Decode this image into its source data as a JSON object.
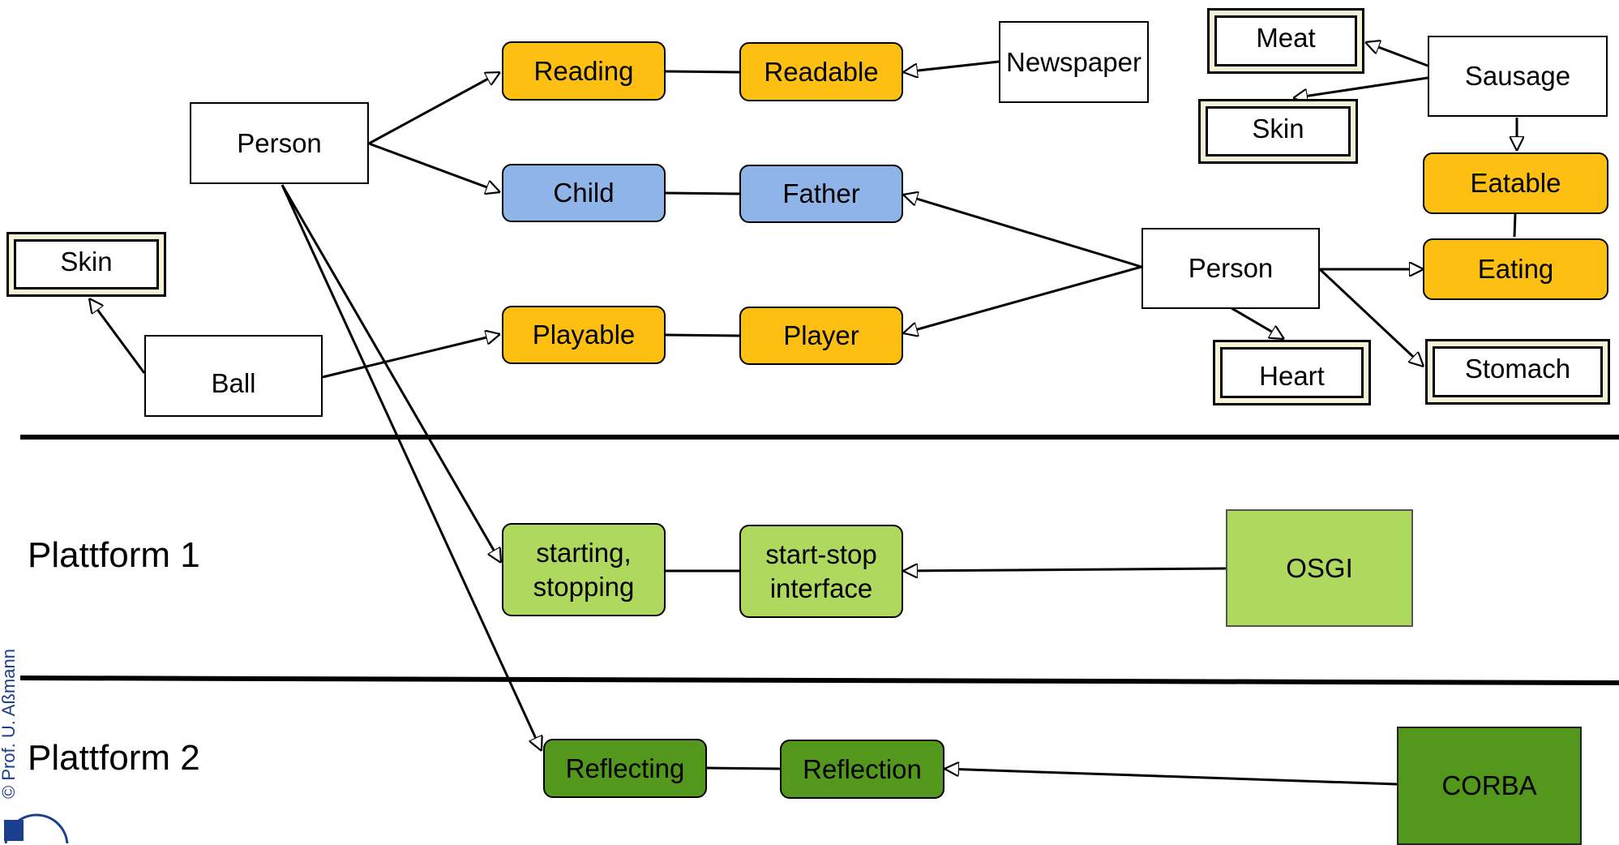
{
  "upper_left": {
    "person": "Person",
    "reading": "Reading",
    "readable": "Readable",
    "newspaper": "Newspaper",
    "child": "Child",
    "father": "Father",
    "skin": "Skin",
    "ball": "Ball",
    "playable": "Playable",
    "player": "Player"
  },
  "upper_right": {
    "meat": "Meat",
    "sausage": "Sausage",
    "skin": "Skin",
    "eatable": "Eatable",
    "person": "Person",
    "eating": "Eating",
    "heart": "Heart",
    "stomach": "Stomach"
  },
  "platform1": {
    "label": "Plattform 1",
    "role_line1": "starting,",
    "role_line2": "stopping",
    "iface_line1": "start-stop",
    "iface_line2": "interface",
    "osgi": "OSGI"
  },
  "platform2": {
    "label": "Plattform 2",
    "reflecting": "Reflecting",
    "reflection": "Reflection",
    "corba": "CORBA"
  },
  "footer": {
    "copyright": "© Prof. U. Aßmann"
  },
  "colors": {
    "role_orange": "#fdc012",
    "role_blue": "#8eb4e8",
    "platform1_green": "#aed85e",
    "platform2_green": "#53981c"
  }
}
